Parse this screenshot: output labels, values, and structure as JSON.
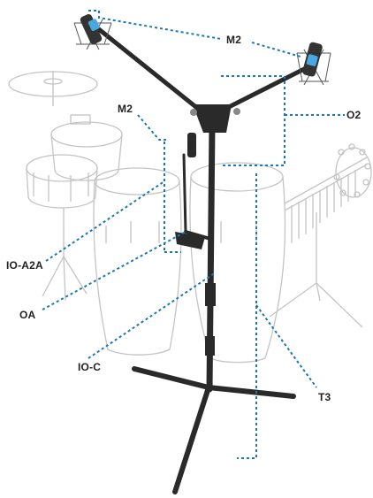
{
  "labels": {
    "m2_top": "M2",
    "m2_left": "M2",
    "o2": "O2",
    "io_a2a": "IO-A2A",
    "oa": "OA",
    "io_c": "IO-C",
    "t3": "T3"
  },
  "colors": {
    "leader": "#1a78b4",
    "stand": "#2a2a2a",
    "outline": "#b8b8b8",
    "mic_accent": "#4aa8e0"
  }
}
